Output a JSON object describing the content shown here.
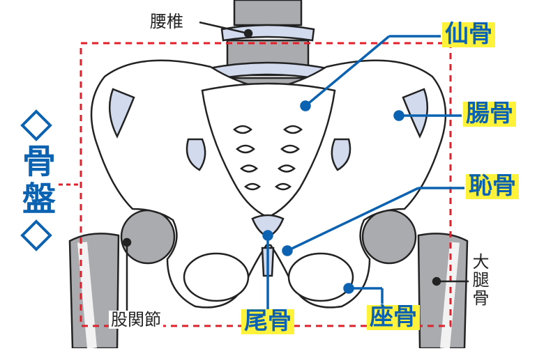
{
  "title": "骨盤",
  "labels": {
    "lumbar": "腰椎",
    "sacrum": "仙骨",
    "ilium": "腸骨",
    "pubis": "恥骨",
    "coccyx": "尾骨",
    "ischium": "座骨",
    "hip_joint": "股関節",
    "femur": "大腿骨"
  },
  "colors": {
    "accent_blue": "#0a62b0",
    "highlight_yellow": "#fff23a",
    "frame_red": "#e0202a",
    "bone_gray": "#a9abae",
    "bone_light_blue": "#d2dbee"
  }
}
